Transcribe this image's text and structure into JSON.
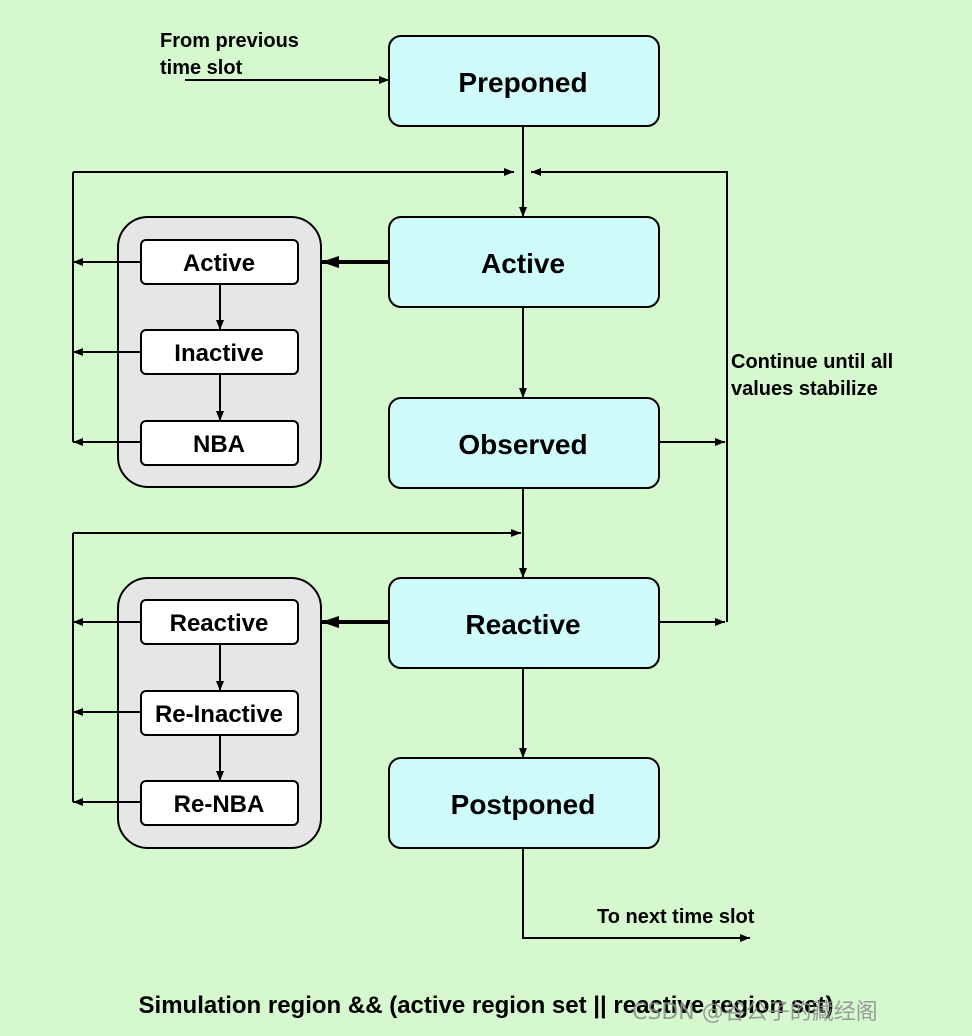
{
  "colors": {
    "background": "#d6f8cf",
    "main_box_fill": "#cffbfb",
    "group_fill": "#e6e6e6",
    "sub_box_fill": "#ffffff",
    "stroke": "#000000"
  },
  "annotations": {
    "from_previous_line1": "From previous",
    "from_previous_line2": "time slot",
    "continue_line1": "Continue until all",
    "continue_line2": "values stabilize",
    "to_next": "To next time slot"
  },
  "main_regions": {
    "preponed": "Preponed",
    "active": "Active",
    "observed": "Observed",
    "reactive": "Reactive",
    "postponed": "Postponed"
  },
  "active_set": {
    "active": "Active",
    "inactive": "Inactive",
    "nba": "NBA"
  },
  "reactive_set": {
    "reactive": "Reactive",
    "re_inactive": "Re-Inactive",
    "re_nba": "Re-NBA"
  },
  "caption": "Simulation region && (active region set || reactive region set)",
  "watermark": "CSDN @谷公子的藏经阁"
}
